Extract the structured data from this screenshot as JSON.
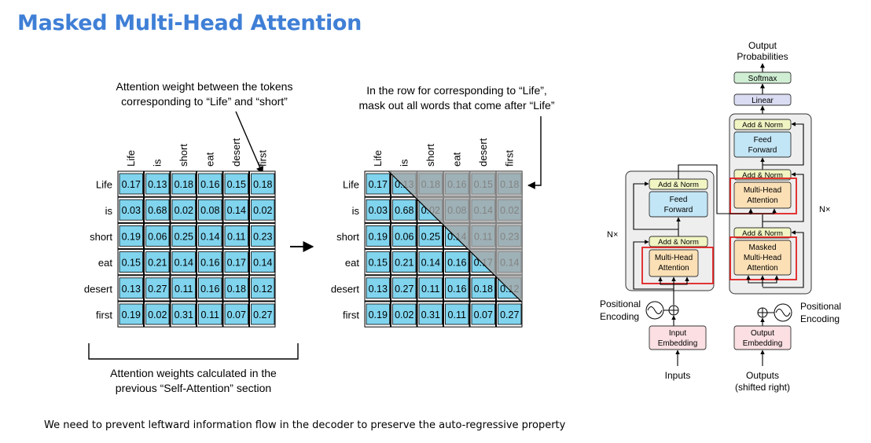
{
  "title": "Masked Multi-Head Attention",
  "caption": "We need to prevent leftward information flow in the decoder to preserve the auto-regressive property",
  "tokens": [
    "Life",
    "is",
    "short",
    "eat",
    "desert",
    "first"
  ],
  "weights": [
    [
      0.17,
      0.13,
      0.18,
      0.16,
      0.15,
      0.18
    ],
    [
      0.03,
      0.68,
      0.02,
      0.08,
      0.14,
      0.02
    ],
    [
      0.19,
      0.06,
      0.25,
      0.14,
      0.11,
      0.23
    ],
    [
      0.15,
      0.21,
      0.14,
      0.16,
      0.17,
      0.14
    ],
    [
      0.13,
      0.27,
      0.11,
      0.16,
      0.18,
      0.12
    ],
    [
      0.19,
      0.02,
      0.31,
      0.11,
      0.07,
      0.27
    ]
  ],
  "annotations": {
    "weight_note_1": "Attention weight between the tokens",
    "weight_note_2": "corresponding to “Life” and “short”",
    "mask_note_1": "In the row for corresponding to “Life”,",
    "mask_note_2": "mask out all words that come after “Life”",
    "bottom_note_1": "Attention weights calculated in the",
    "bottom_note_2": "previous “Self-Attention” section"
  },
  "transformer": {
    "output_probabilities_1": "Output",
    "output_probabilities_2": "Probabilities",
    "softmax": "Softmax",
    "linear": "Linear",
    "add_norm": "Add & Norm",
    "feed_forward_1": "Feed",
    "feed_forward_2": "Forward",
    "multi_head_1": "Multi-Head",
    "multi_head_2": "Attention",
    "masked": "Masked",
    "nx": "N×",
    "positional_1": "Positional",
    "positional_2": "Encoding",
    "input_embedding_1": "Input",
    "input_embedding_2": "Embedding",
    "output_embedding_1": "Output",
    "output_embedding_2": "Embedding",
    "inputs": "Inputs",
    "outputs_1": "Outputs",
    "outputs_2": "(shifted right)"
  },
  "colors": {
    "title": "#3f7fd6",
    "cell": "#80d4ee",
    "mask": "#a6a6a6",
    "highlight": "#e02020",
    "add_norm": "#f1f5c3",
    "feed_forward": "#c3e6f6",
    "attention": "#fbe0b6",
    "embedding": "#fbdfe2",
    "softmax": "#cfeed3",
    "linear": "#d9dcf2"
  }
}
